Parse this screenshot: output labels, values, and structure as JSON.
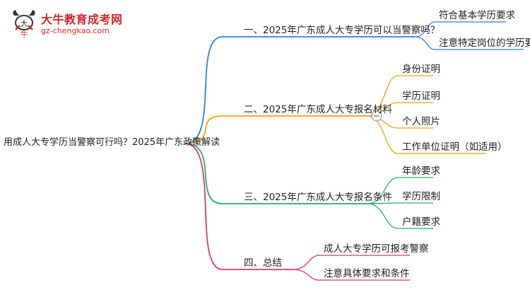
{
  "logo": {
    "title": "大牛教育成考网",
    "url": "gz-chengkao.com"
  },
  "root": "用成人大专学历当警察可行吗？2025年广东政策解读",
  "branches": [
    {
      "label": "一、2025年广东成人大专学历可以当警察吗？",
      "color": "#2f80ed",
      "children": [
        "符合基本学历要求",
        "注意特定岗位的学历要求"
      ]
    },
    {
      "label": "二、2025年广东成人大专报名材料",
      "color": "#f2a20c",
      "children": [
        "身份证明",
        "学历证明",
        "个人照片",
        "工作单位证明（如适用）"
      ]
    },
    {
      "label": "三、2025年广东成人大专报名条件",
      "color": "#27ae60",
      "children": [
        "年龄要求",
        "学历限制",
        "户籍要求"
      ]
    },
    {
      "label": "四、总结",
      "color": "#e0356f",
      "children": [
        "成人大专学历可报考警察",
        "注意具体要求和条件"
      ]
    }
  ]
}
